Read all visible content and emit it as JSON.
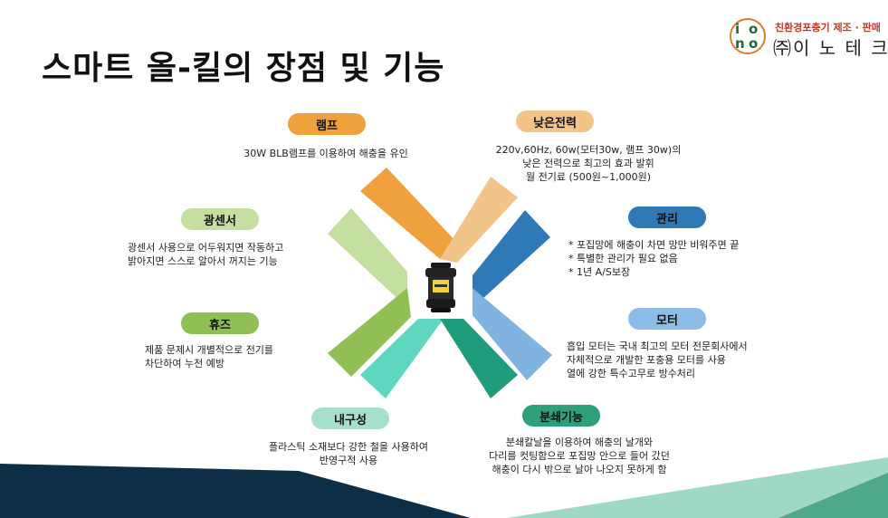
{
  "title": "스마트 올-킬의 장점 및 기능",
  "logo": {
    "letters": [
      "i",
      "o",
      "n",
      "o"
    ],
    "subtitle": "친환경포충기 제조 · 판매",
    "company": "㈜이 노 테 크"
  },
  "features": {
    "lamp": {
      "label": "램프",
      "color": "#f0a03c",
      "lines": [
        "30W BLB램프를 이용하여 해충을 유인"
      ]
    },
    "power": {
      "label": "낮은전력",
      "color": "#f3c48a",
      "lines": [
        "220v,60Hz, 60w(모터30w, 램프 30w)의",
        "낮은 전력으로 최고의 효과 발휘",
        "월 전기료 (500원~1,000원)"
      ]
    },
    "sensor": {
      "label": "광센서",
      "color": "#c5dfa0",
      "lines": [
        "광센서 사용으로 어두워지면 작동하고",
        "밝아지면 스스로 알아서 꺼지는 기능"
      ]
    },
    "manage": {
      "label": "관리",
      "color": "#2f79b6",
      "lines": [
        "* 포집망에 해충이 차면 망만 비워주면 끝",
        "* 특별한 관리가 필요 없음",
        "* 1년 A/S보장"
      ]
    },
    "fuse": {
      "label": "휴즈",
      "color": "#8fbf55",
      "lines": [
        "제품 문제시 개별적으로 전기를",
        "차단하여 누전 예방"
      ]
    },
    "motor": {
      "label": "모터",
      "color": "#8dbde6",
      "lines": [
        "흡입 모터는 국내 최고의 모터 전문회사에서",
        "자체적으로 개발한 포충용 모터를 사용",
        "열에 강한 특수고무로 방수처리"
      ]
    },
    "durable": {
      "label": "내구성",
      "color": "#a7dfcf",
      "lines": [
        "플라스틱 소재보다 강한 철을 사용하여",
        "반영구적 사용"
      ]
    },
    "grind": {
      "label": "분쇄기능",
      "color": "#2ea07a",
      "lines": [
        "분쇄칼날을 이용하여 해충의 날개와",
        "다리를 컷팅함으로 포집망 안으로 들어 갔던",
        "해충이 다시 밖으로 날아 나오지 못하게 함"
      ]
    }
  },
  "colors": {
    "arm_lamp": "#f0a03c",
    "arm_power": "#f3c48a",
    "arm_sensor": "#c5dfa0",
    "arm_fuse": "#8fbf55",
    "arm_manage": "#2f79b6",
    "arm_motor": "#7fb3e0",
    "arm_durable": "#5fd6c0",
    "arm_grind": "#1f9c7c",
    "footer_dark": "#0d2f45",
    "footer_teal": "#4fa88c",
    "footer_light": "#9fd9c6"
  }
}
